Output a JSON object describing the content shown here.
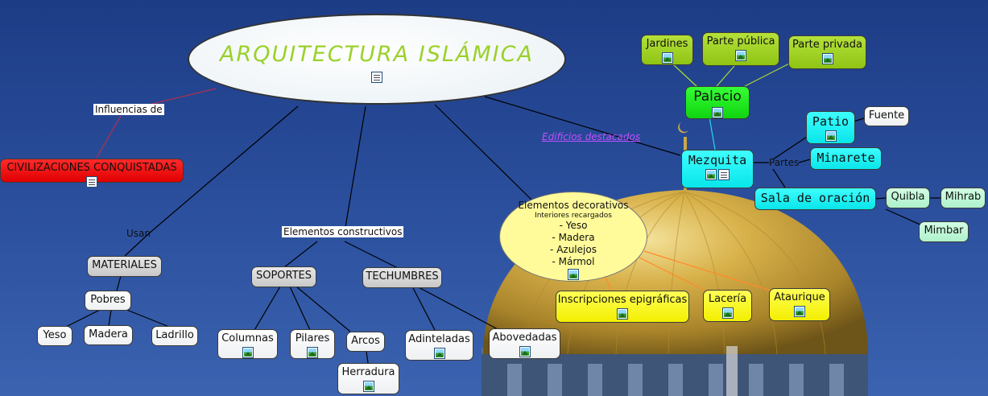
{
  "title": "ARQUITECTURA ISLÁMICA",
  "link_labels": {
    "influencias": "Influencias de",
    "usan": "Usan",
    "elementos_constructivos": "Elementos constructivos",
    "edificios": "Edificios destacados",
    "partes": "Partes"
  },
  "nodes": {
    "civilizaciones": "CIVILIZACIONES  CONQUISTADAS",
    "materiales": "MATERIALES",
    "pobres": "Pobres",
    "yeso": "Yeso",
    "madera": "Madera",
    "ladrillo": "Ladrillo",
    "soportes": "SOPORTES",
    "techumbres": "TECHUMBRES",
    "columnas": "Columnas",
    "pilares": "Pilares",
    "arcos": "Arcos",
    "herradura": "Herradura",
    "adinteladas": "Adinteladas",
    "abovedadas": "Abovedadas",
    "inscripciones": "Inscripciones epigráficas",
    "laceria": "Lacería",
    "ataurique": "Ataurique",
    "palacio": "Palacio",
    "jardines": "Jardines",
    "parte_publica": "Parte pública",
    "parte_privada": "Parte privada",
    "mezquita": "Mezquita",
    "patio": "Patio",
    "fuente": "Fuente",
    "minarete": "Minarete",
    "sala_oracion": "Sala de oración",
    "quibla": "Quibla",
    "mihrab": "Mihrab",
    "mimbar": "Mimbar"
  },
  "decorativos": {
    "title": "Elementos decorativos",
    "subtitle": "Interiores recargados",
    "items": [
      "- Yeso",
      "- Madera",
      "- Azulejos",
      "- Mármol"
    ]
  },
  "icons": {
    "image": "image-icon",
    "document": "document-icon"
  },
  "colors": {
    "sky": "#2a4a94",
    "dome_gold": "#c9a233",
    "node_red": "#ff0000",
    "node_yellow": "#ffff00",
    "node_cyan": "#1ef0f2",
    "node_green": "#22ee22",
    "node_lime": "#a0d020",
    "title_text": "#9ad12a",
    "link_purple": "#c050ff"
  }
}
